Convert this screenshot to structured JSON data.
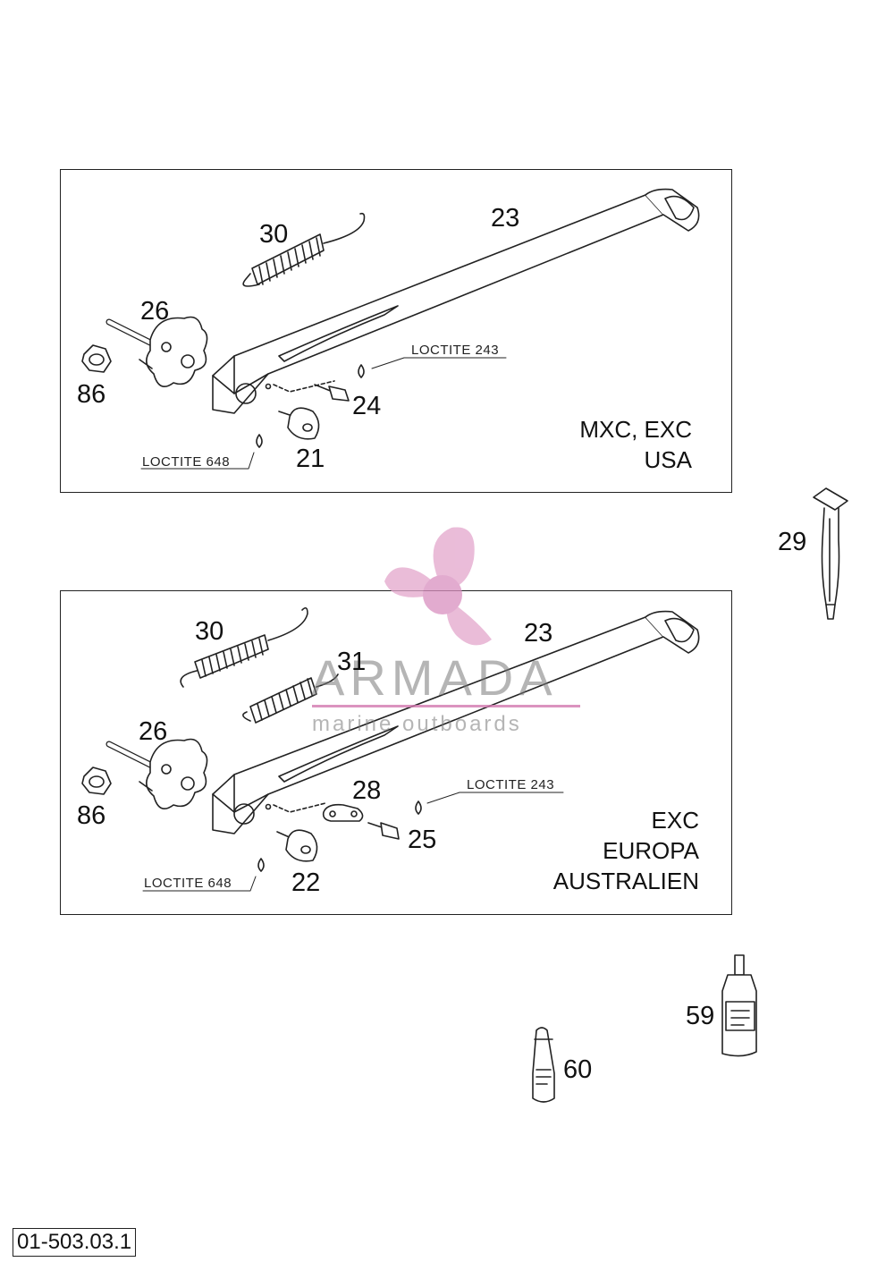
{
  "top_panel": {
    "variant_lines": [
      "MXC, EXC",
      "USA"
    ],
    "callouts": {
      "c30": "30",
      "c23": "23",
      "c26": "26",
      "c86": "86",
      "c24": "24",
      "c21": "21"
    },
    "loctite_a": "LOCTITE 243",
    "loctite_b": "LOCTITE 648"
  },
  "bottom_panel": {
    "variant_lines": [
      "EXC",
      "EUROPA",
      "AUSTRALIEN"
    ],
    "callouts": {
      "c30": "30",
      "c31": "31",
      "c23": "23",
      "c26": "26",
      "c86": "86",
      "c28": "28",
      "c25": "25",
      "c22": "22"
    },
    "loctite_a": "LOCTITE 243",
    "loctite_b": "LOCTITE 648"
  },
  "loose_parts": {
    "c29": "29",
    "c59": "59",
    "c60": "60"
  },
  "watermark": {
    "title": "ARMADA",
    "subtitle": "marine outboards",
    "color": "#e3a6cc"
  },
  "document_id": "01-503.03.1"
}
